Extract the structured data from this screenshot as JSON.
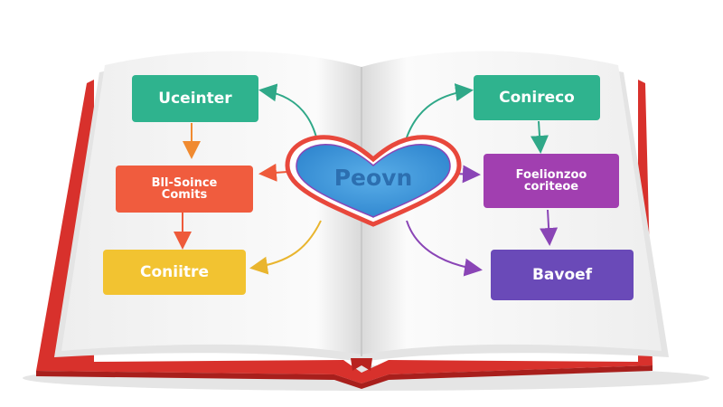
{
  "colors": {
    "cover": "#d8312c",
    "cover_dark": "#a81f1c",
    "page": "#f7f7f7",
    "page_edge": "#e6e6e6",
    "teal": "#2fb38e",
    "orange_red": "#f05c3e",
    "yellow": "#f2c331",
    "blue": "#3a8fd6",
    "heart_ring": "#e8483c",
    "purple": "#a13fb0",
    "violet": "#6a4ab8",
    "arrow_teal": "#2fa888",
    "arrow_orange": "#f08a30",
    "arrow_red": "#ee5a3a",
    "arrow_yellow": "#e9b52e",
    "arrow_purple": "#8a45b6"
  },
  "nodes": {
    "left_top": "Uceinter",
    "left_mid": "Bll-Soince\nComits",
    "left_bottom": "Coniitre",
    "center": "Peovn",
    "right_top": "Conireco",
    "right_mid": "Foelionzoo\ncoriteoe",
    "right_bottom": "Bavoef"
  }
}
